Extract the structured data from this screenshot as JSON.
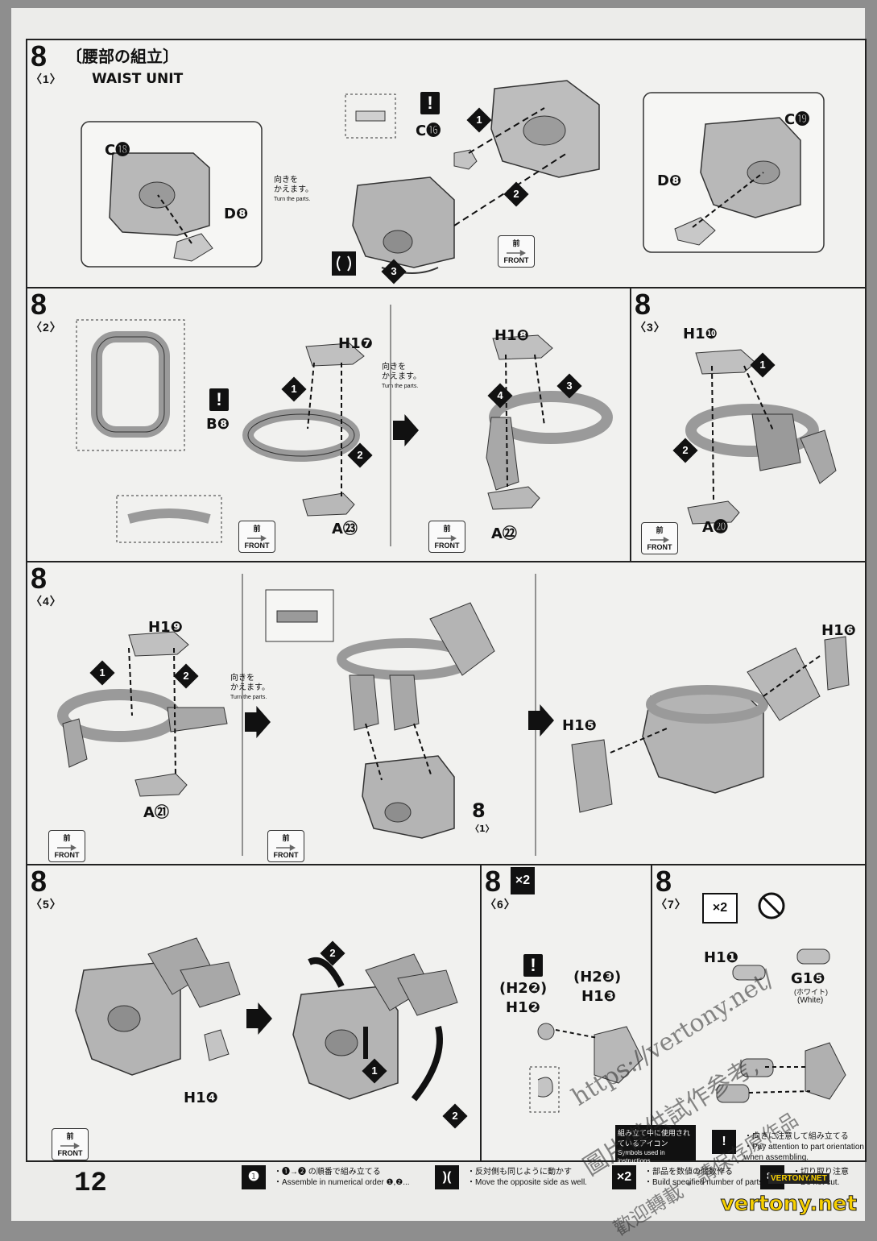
{
  "page_number": "12",
  "section": {
    "step": "8",
    "title_jp": "〔腰部の組立〕",
    "title_en": "WAIST UNIT"
  },
  "turn_note": {
    "jp": "向きを\nかえます。",
    "en": "Turn the parts."
  },
  "front": {
    "jp": "前",
    "en": "FRONT"
  },
  "steps": [
    {
      "id": "8-1",
      "step": "8",
      "sub": "〈1〉",
      "labels": [
        "C⓲",
        "D❽",
        "C⓰",
        "C⓳",
        "D❽"
      ]
    },
    {
      "id": "8-2",
      "step": "8",
      "sub": "〈2〉",
      "labels": [
        "H1❼",
        "B❽",
        "A㉓",
        "H1❽",
        "A㉒"
      ]
    },
    {
      "id": "8-3",
      "step": "8",
      "sub": "〈3〉",
      "labels": [
        "H1❿",
        "A⓴"
      ]
    },
    {
      "id": "8-4",
      "step": "8",
      "sub": "〈4〉",
      "labels": [
        "H1❾",
        "A㉑",
        "H1❻",
        "H1❺",
        "8",
        "〈1〉"
      ]
    },
    {
      "id": "8-5",
      "step": "8",
      "sub": "〈5〉",
      "labels": [
        "H1❹"
      ]
    },
    {
      "id": "8-6",
      "step": "8",
      "sub": "〈6〉",
      "multiplier": "×2",
      "labels": [
        "(H2❷)",
        "H1❷",
        "(H2❸)",
        "H1❸"
      ]
    },
    {
      "id": "8-7",
      "step": "8",
      "sub": "〈7〉",
      "multiplier": "×2",
      "labels": [
        "H1❶",
        "G1❺",
        "(ホワイト)",
        "(White)"
      ]
    }
  ],
  "legend": [
    {
      "icon": "❶→❷",
      "jp": "・❶→❷ の順番で組み立てる",
      "en": "・Assemble in numerical order ❶,❷..."
    },
    {
      "icon": "⟦⟧",
      "jp": "・反対側も同じように動かす",
      "en": "・Move the opposite side as well."
    },
    {
      "icon": "×2",
      "jp": "・部品を数値の個数作る",
      "en": "・Build specified number of parts."
    },
    {
      "icon": "!",
      "jp": "・向きに注意して組み立てる",
      "en": "・Pay attention to part orientation when assembling."
    },
    {
      "icon": "✂",
      "jp": "・切り取り注意",
      "en": "・Do not cut."
    }
  ],
  "legend_header": {
    "jp": "組み立て中に使用されているアイコン",
    "en": "Symbols used in instructions"
  },
  "watermarks": [
    "https://vertony.net/",
    "圖片僅供試作参考,",
    "歡迎轉載・請保存原作品"
  ],
  "brand": "vertony.net",
  "brand_badge": "VERTONY.NET"
}
